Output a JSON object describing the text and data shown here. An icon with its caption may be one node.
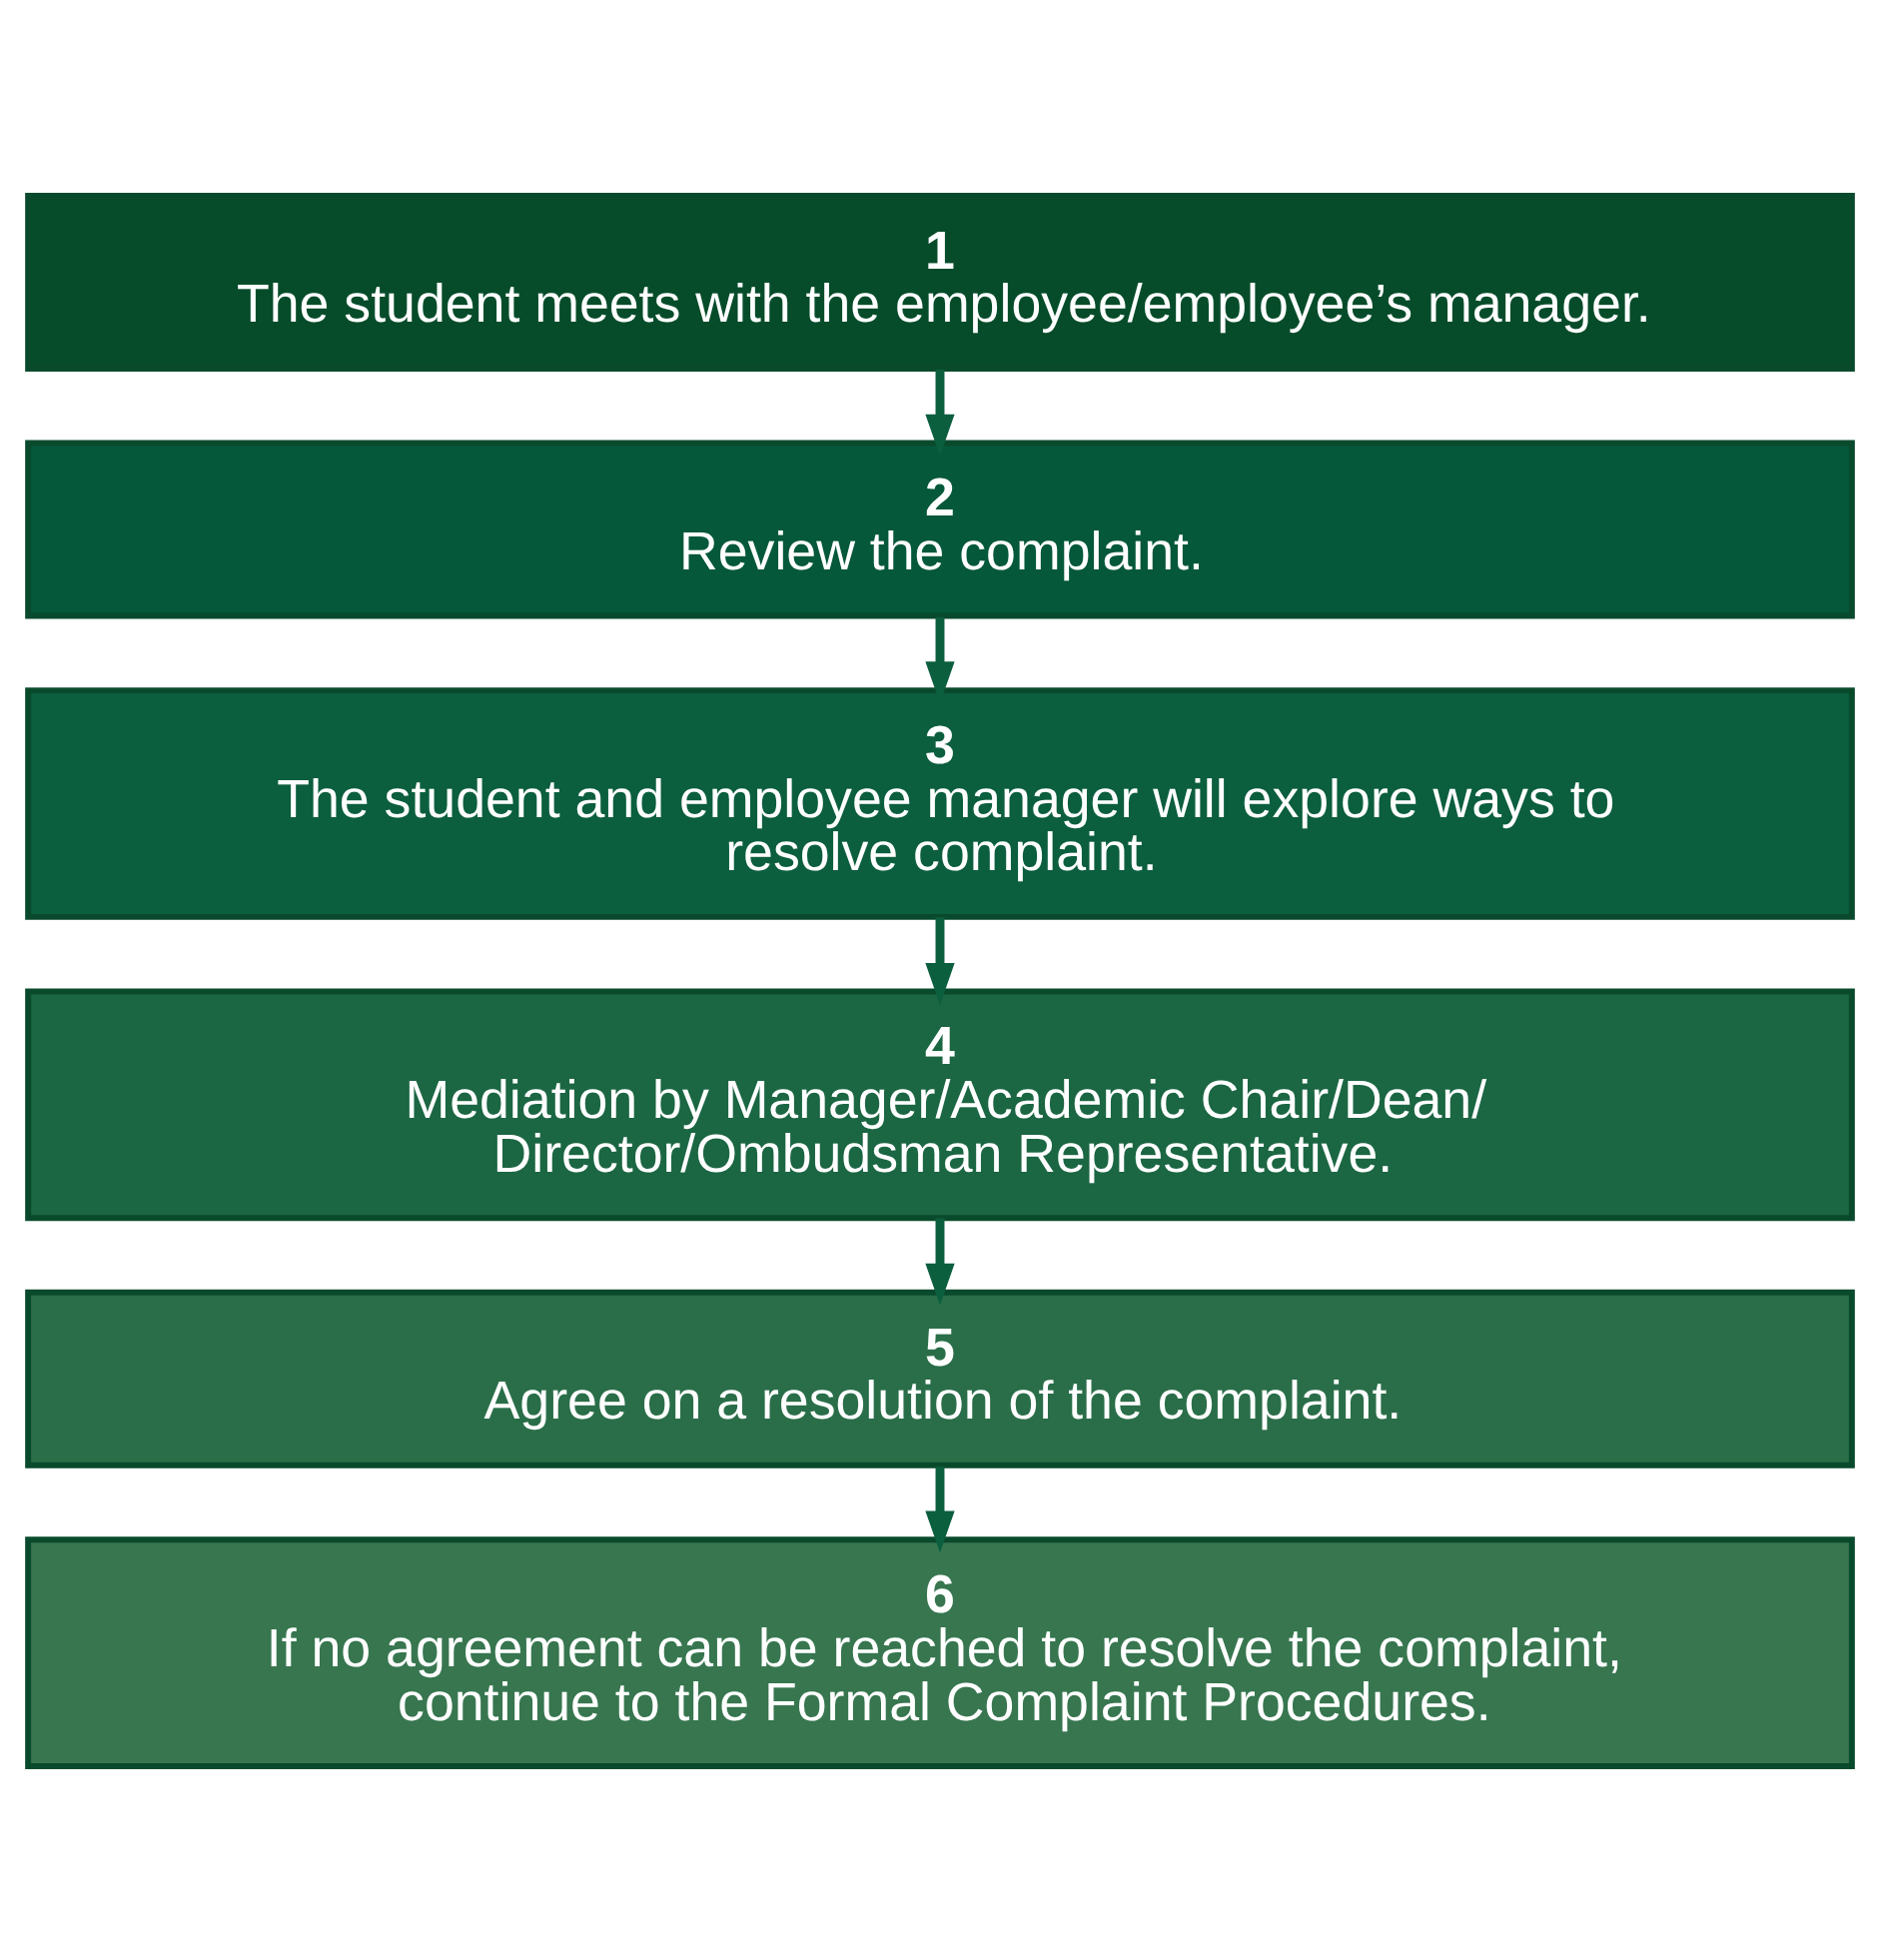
{
  "diagram": {
    "nodes": [
      {
        "text": [
          "1",
          "The student meets with the employee/employee’s manager."
        ]
      },
      {
        "text": [
          "2",
          "Review the complaint."
        ]
      },
      {
        "text": [
          "3",
          "The student and employee manager will explore ways to resolve complaint."
        ]
      },
      {
        "text": [
          "4",
          "Mediation by Manager/Academic Chair/Dean/ Director/Ombudsman Representative."
        ]
      },
      {
        "text": [
          "5",
          "Agree on a resolution of the complaint."
        ]
      },
      {
        "text": [
          "6",
          "If no agreement can be reached to resolve the complaint, continue to the Formal Complaint Procedures."
        ]
      }
    ],
    "edges": [
      {
        "from": 0,
        "to": 1,
        "arrow": "to"
      },
      {
        "from": 1,
        "to": 2,
        "arrow": "to"
      },
      {
        "from": 2,
        "to": 3,
        "arrow": "to"
      },
      {
        "from": 3,
        "to": 4,
        "arrow": "to"
      },
      {
        "from": 4,
        "to": 5,
        "arrow": "to"
      }
    ]
  }
}
